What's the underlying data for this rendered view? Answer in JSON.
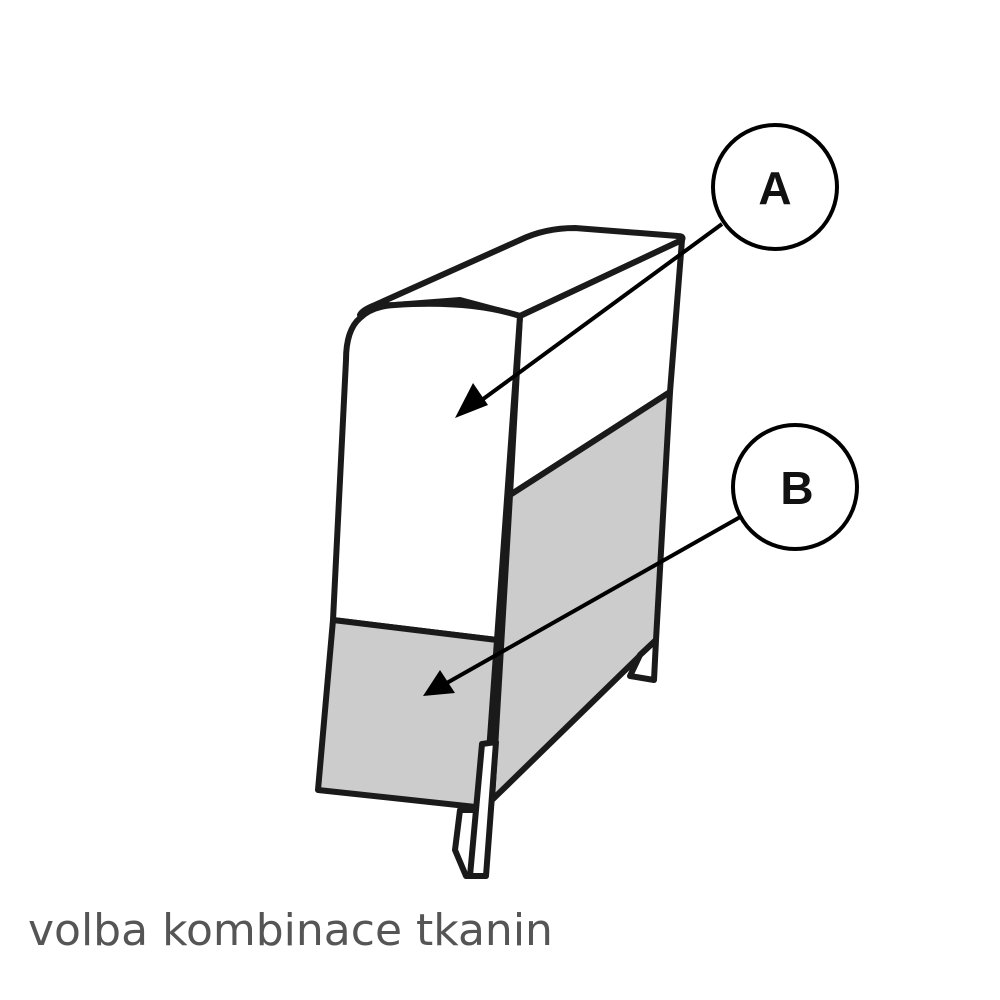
{
  "diagram": {
    "subject": "armrest-section",
    "callouts": [
      {
        "letter": "A",
        "target": "upper fabric (white)"
      },
      {
        "letter": "B",
        "target": "lower fabric (gray)"
      }
    ],
    "colors": {
      "fabric_a": "#ffffff",
      "fabric_b": "#cccccc",
      "outline": "#1a1a1a",
      "caption": "#555555"
    }
  },
  "caption": "volba kombinace tkanin"
}
